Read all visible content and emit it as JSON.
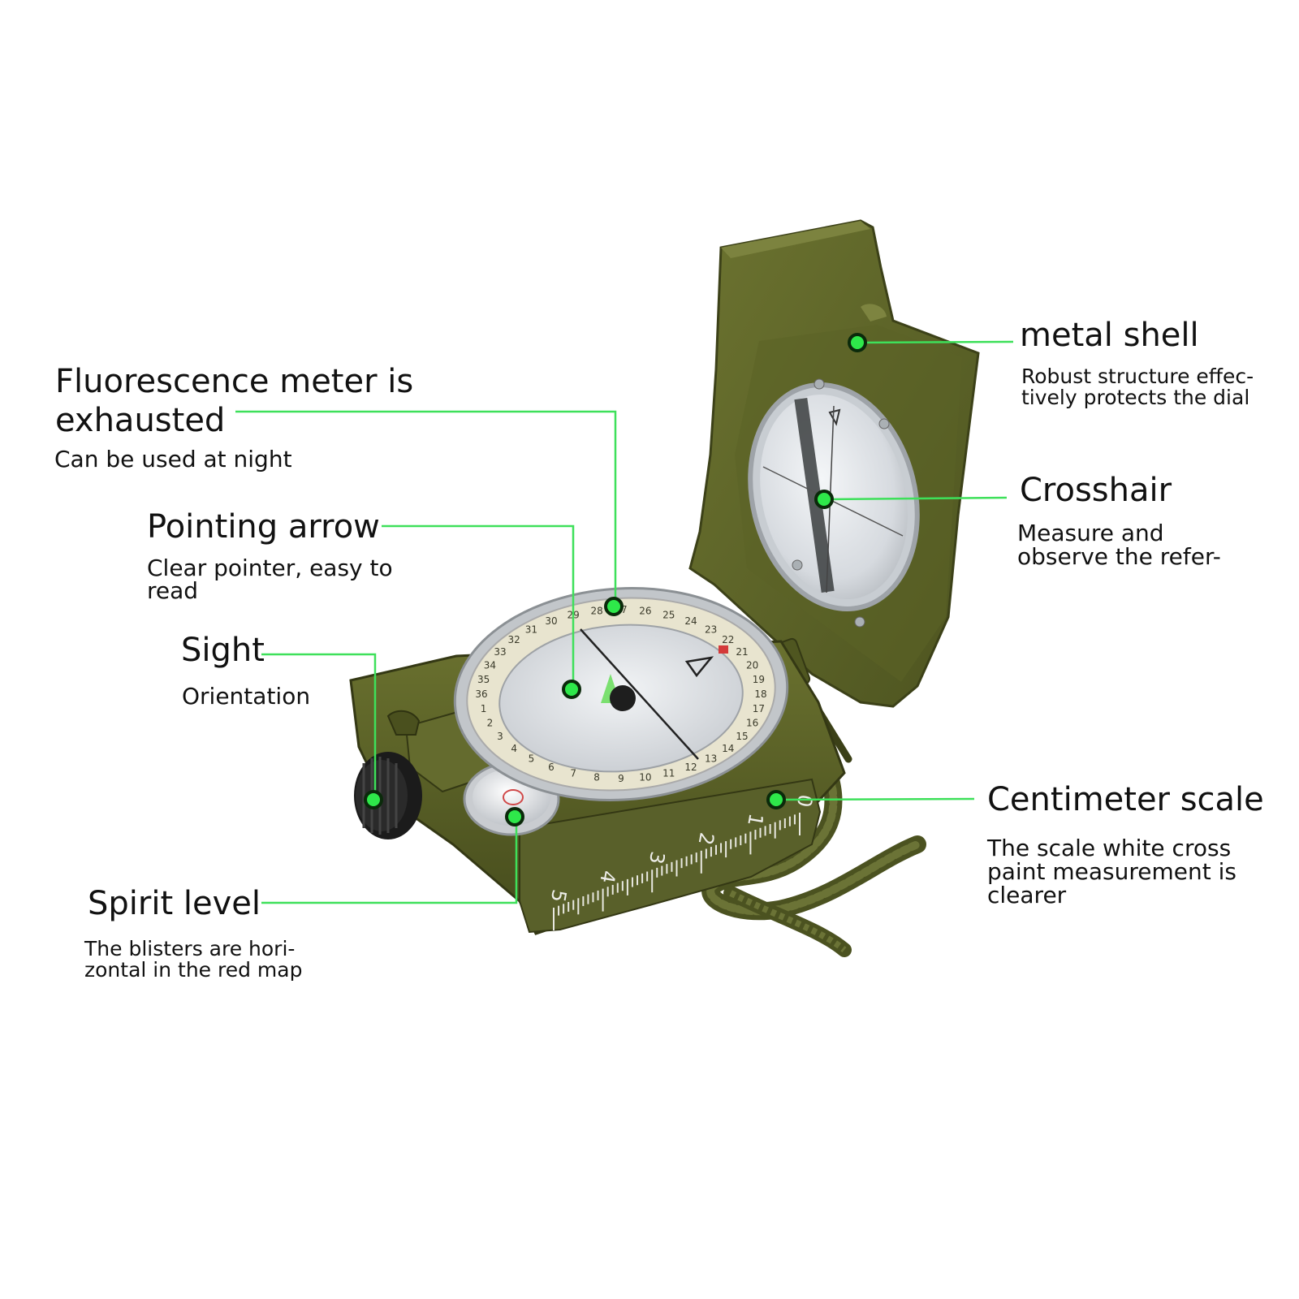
{
  "callouts": {
    "fluorescence": {
      "title_line1": "Fluorescence meter is",
      "title_line2": "exhausted",
      "desc": "Can be used at night"
    },
    "pointing_arrow": {
      "title": "Pointing arrow",
      "desc_line1": "Clear pointer, easy to",
      "desc_line2": "read"
    },
    "sight": {
      "title": "Sight",
      "desc": "Orientation"
    },
    "spirit_level": {
      "title": "Spirit level",
      "desc_line1": "The blisters are hori-",
      "desc_line2": "zontal in the red map"
    },
    "metal_shell": {
      "title": "metal shell",
      "desc_line1": "Robust structure effec-",
      "desc_line2": "tively protects the dial"
    },
    "crosshair": {
      "title": "Crosshair",
      "desc_line1": "Measure and",
      "desc_line2": "observe the refer-"
    },
    "centimeter_scale": {
      "title": "Centimeter scale",
      "desc_line1": "The scale white cross",
      "desc_line2": "paint measurement is",
      "desc_line3": "clearer"
    }
  },
  "compass": {
    "ruler_numbers": [
      "0",
      "1",
      "2",
      "3",
      "4",
      "5"
    ],
    "bezel_numbers": [
      "9",
      "10",
      "11",
      "12",
      "13",
      "14",
      "15",
      "16",
      "17",
      "18",
      "19",
      "20",
      "21",
      "22",
      "23",
      "24",
      "25",
      "26",
      "27",
      "28",
      "29",
      "30",
      "31",
      "32",
      "33",
      "34",
      "35",
      "36",
      "1",
      "2",
      "3",
      "4",
      "5",
      "6",
      "7",
      "8"
    ]
  },
  "colors": {
    "leader": "#3ee05a",
    "dot": "#2ee84a",
    "olive": "#5a6128",
    "olive_dark": "#3c4118",
    "olive_light": "#79803c"
  }
}
